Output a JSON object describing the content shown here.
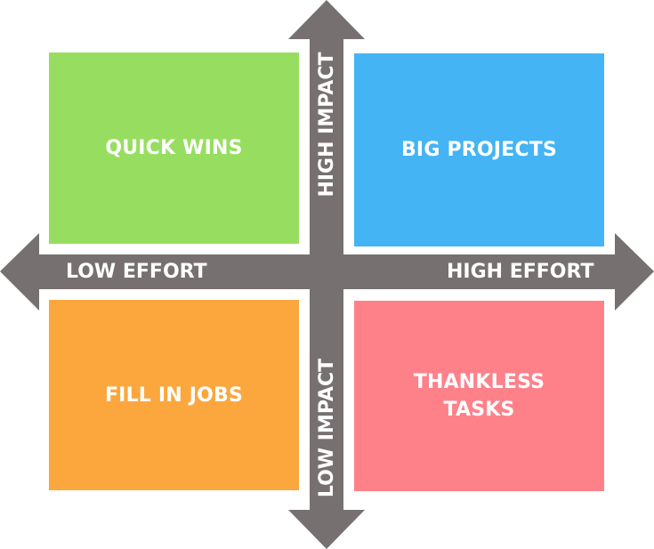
{
  "quadrants": {
    "top_left": {
      "label": "QUICK WINS",
      "color": "#97de60"
    },
    "top_right": {
      "label": "BIG PROJECTS",
      "color": "#44b4f4"
    },
    "bottom_left": {
      "label": "FILL IN JOBS",
      "color": "#fba73e"
    },
    "bottom_right": {
      "label": "THANKLESS TASKS",
      "color": "#fe818a"
    }
  },
  "axes": {
    "color": "#767170",
    "horizontal": {
      "left_label": "LOW EFFORT",
      "right_label": "HIGH EFFORT"
    },
    "vertical": {
      "top_label": "HIGH IMPACT",
      "bottom_label": "LOW IMPACT"
    }
  }
}
